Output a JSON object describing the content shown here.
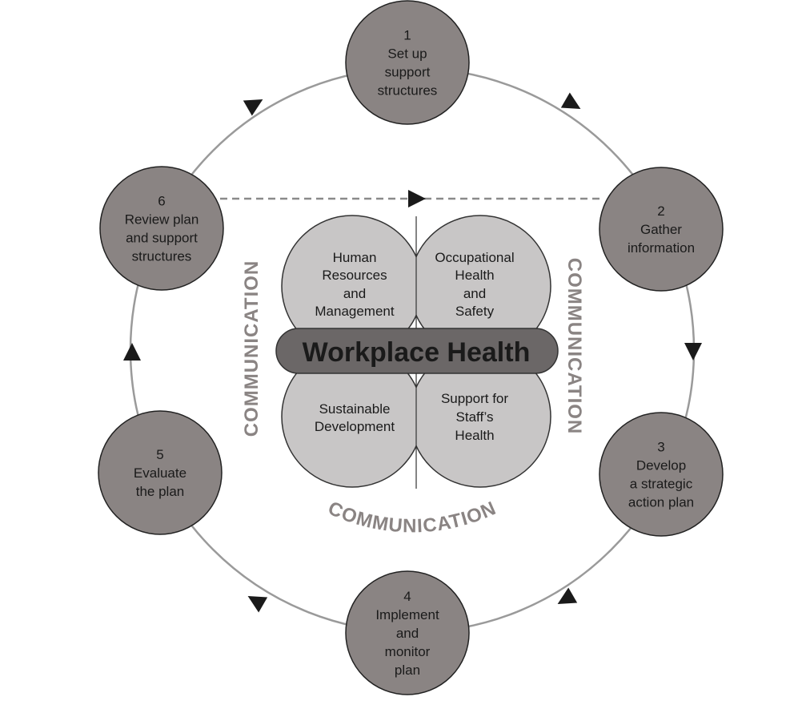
{
  "title": "Workplace Health",
  "steps": [
    {
      "number": "1",
      "lines": [
        "Set up",
        "support",
        "structures"
      ]
    },
    {
      "number": "2",
      "lines": [
        "Gather",
        "information"
      ]
    },
    {
      "number": "3",
      "lines": [
        "Develop",
        "a strategic",
        "action plan"
      ]
    },
    {
      "number": "4",
      "lines": [
        "Implement",
        "and",
        "monitor",
        "plan"
      ]
    },
    {
      "number": "5",
      "lines": [
        "Evaluate",
        "the plan"
      ]
    },
    {
      "number": "6",
      "lines": [
        "Review plan",
        "and support",
        "structures"
      ]
    }
  ],
  "petals": [
    {
      "lines": [
        "Human",
        "Resources",
        "and",
        "Management"
      ]
    },
    {
      "lines": [
        "Occupational",
        "Health",
        "and",
        "Safety"
      ]
    },
    {
      "lines": [
        "Sustainable",
        "Development"
      ]
    },
    {
      "lines": [
        "Support for",
        "Staff’s",
        "Health"
      ]
    }
  ],
  "communication_label": "COMMUNICATION",
  "colors": {
    "node": "#8a8483",
    "petal": "#c8c6c6",
    "pill": "#6b6767",
    "ring": "#9a9a9a"
  }
}
